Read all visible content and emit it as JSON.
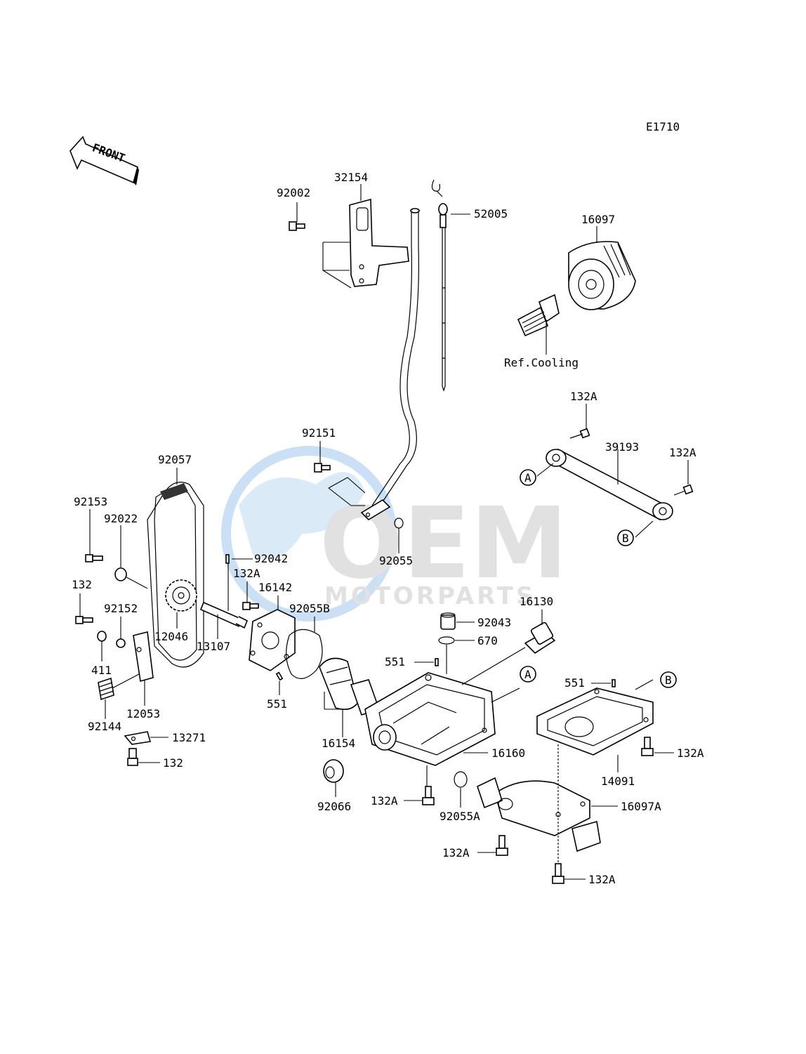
{
  "diagram_code": "E1710",
  "front_marker": "FRONT",
  "watermark": {
    "brand": "OEM",
    "sub": "MOTORPARTS",
    "color_globe": "#9fc8ec",
    "color_text": "#c9c9c9"
  },
  "labels": {
    "p32154": "32154",
    "p92002": "92002",
    "p52005": "52005",
    "p16097": "16097",
    "ref_cooling": "Ref.Cooling",
    "p132A_top": "132A",
    "p39193": "39193",
    "p132A_right": "132A",
    "ref_A_tube": "A",
    "ref_B_tube": "B",
    "p92151": "92151",
    "p92055": "92055",
    "p92057": "92057",
    "p92153": "92153",
    "p92022": "92022",
    "p92042": "92042",
    "p132A_pump": "132A",
    "p16142": "16142",
    "p92055B": "92055B",
    "p132_left": "132",
    "p92152": "92152",
    "p12046": "12046",
    "p13107": "13107",
    "p411": "411",
    "p551_pump": "551",
    "p12053": "12053",
    "p92144": "92144",
    "p13271": "13271",
    "p132_bottom": "132",
    "p16130": "16130",
    "p92043": "92043",
    "p670": "670",
    "p551_pan": "551",
    "ref_A_pan": "A",
    "p551_right": "551",
    "ref_B_pan": "B",
    "p16154": "16154",
    "p16160": "16160",
    "p132A_panright": "132A",
    "p14091": "14091",
    "p92066": "92066",
    "p132A_pan": "132A",
    "p92055A": "92055A",
    "p16097A": "16097A",
    "p132A_bot1": "132A",
    "p132A_bot2": "132A"
  }
}
